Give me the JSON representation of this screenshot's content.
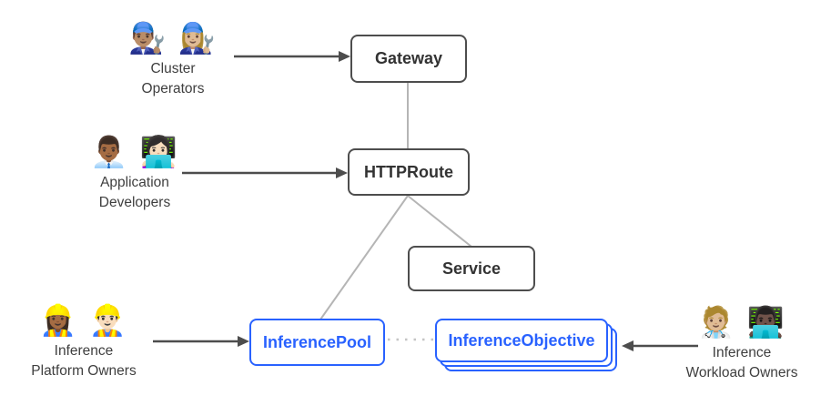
{
  "colors": {
    "background": "#ffffff",
    "node_border_gray": "#4d4d4d",
    "node_text_gray": "#333333",
    "accent_blue": "#2962ff",
    "connector_gray": "#b5b5b5",
    "dotted_gray": "#c4c4c4",
    "arrow_dark": "#4d4d4d",
    "persona_text": "#3f3f3f"
  },
  "nodes": {
    "gateway": {
      "label": "Gateway"
    },
    "httproute": {
      "label": "HTTPRoute"
    },
    "service": {
      "label": "Service"
    },
    "inference_pool": {
      "label": "InferencePool"
    },
    "inference_objective": {
      "label": "InferenceObjective"
    }
  },
  "personas": {
    "cluster_operators": {
      "emojis": "👨🏽‍🔧 👩🏼‍🔧",
      "label": "Cluster\nOperators"
    },
    "application_developers": {
      "emojis": "👨🏾‍💼 👩🏻‍💻",
      "label": "Application\nDevelopers"
    },
    "inference_platform_owners": {
      "emojis": "👷🏾‍♀️ 👷🏻‍♂️",
      "label": "Inference\nPlatform Owners"
    },
    "inference_workload_owners": {
      "emojis": "🧑🏼‍⚕️ 👨🏿‍💻",
      "label": "Inference\nWorkload Owners"
    }
  },
  "edges": [
    {
      "from": "cluster_operators",
      "to": "gateway",
      "type": "arrow"
    },
    {
      "from": "application_developers",
      "to": "httproute",
      "type": "arrow"
    },
    {
      "from": "inference_platform_owners",
      "to": "inference_pool",
      "type": "arrow"
    },
    {
      "from": "inference_workload_owners",
      "to": "inference_objective",
      "type": "arrow"
    },
    {
      "from": "gateway",
      "to": "httproute",
      "type": "line"
    },
    {
      "from": "httproute",
      "to": "service",
      "type": "line"
    },
    {
      "from": "httproute",
      "to": "inference_pool",
      "type": "line"
    },
    {
      "from": "inference_pool",
      "to": "inference_objective",
      "type": "dotted"
    }
  ]
}
